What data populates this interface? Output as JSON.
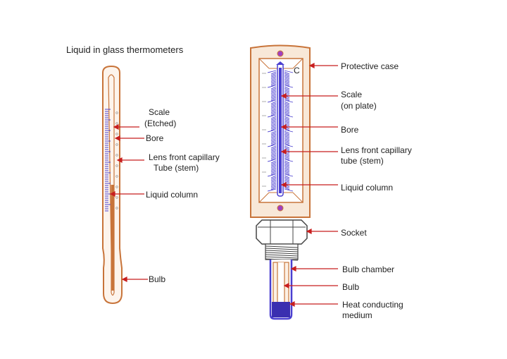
{
  "title": "Liquid in glass thermometers",
  "left_labels": {
    "scale": [
      "Scale",
      "(Etched)"
    ],
    "bore": "Bore",
    "lens_front": [
      "Lens front capillary",
      "Tube (stem)"
    ],
    "liquid_column": "Liquid column",
    "bulb": "Bulb"
  },
  "right_labels": {
    "protective_case": "Protective case",
    "scale": [
      "Scale",
      "(on plate)"
    ],
    "bore": "Bore",
    "lens_front": [
      "Lens front capillary",
      "tube (stem)"
    ],
    "liquid_column": "Liquid column",
    "socket": "Socket",
    "bulb_chamber": "Bulb chamber",
    "bulb": "Bulb",
    "heat_conducting": [
      "Heat conducting",
      "medium"
    ]
  },
  "unit_mark": "C",
  "colors": {
    "outline": "#c8743a",
    "case_fill": "#f8e8d8",
    "liquid": "#4a3fd0",
    "leader": "#c81e1e",
    "text": "#222222",
    "screw_dot": "#a040c0"
  }
}
